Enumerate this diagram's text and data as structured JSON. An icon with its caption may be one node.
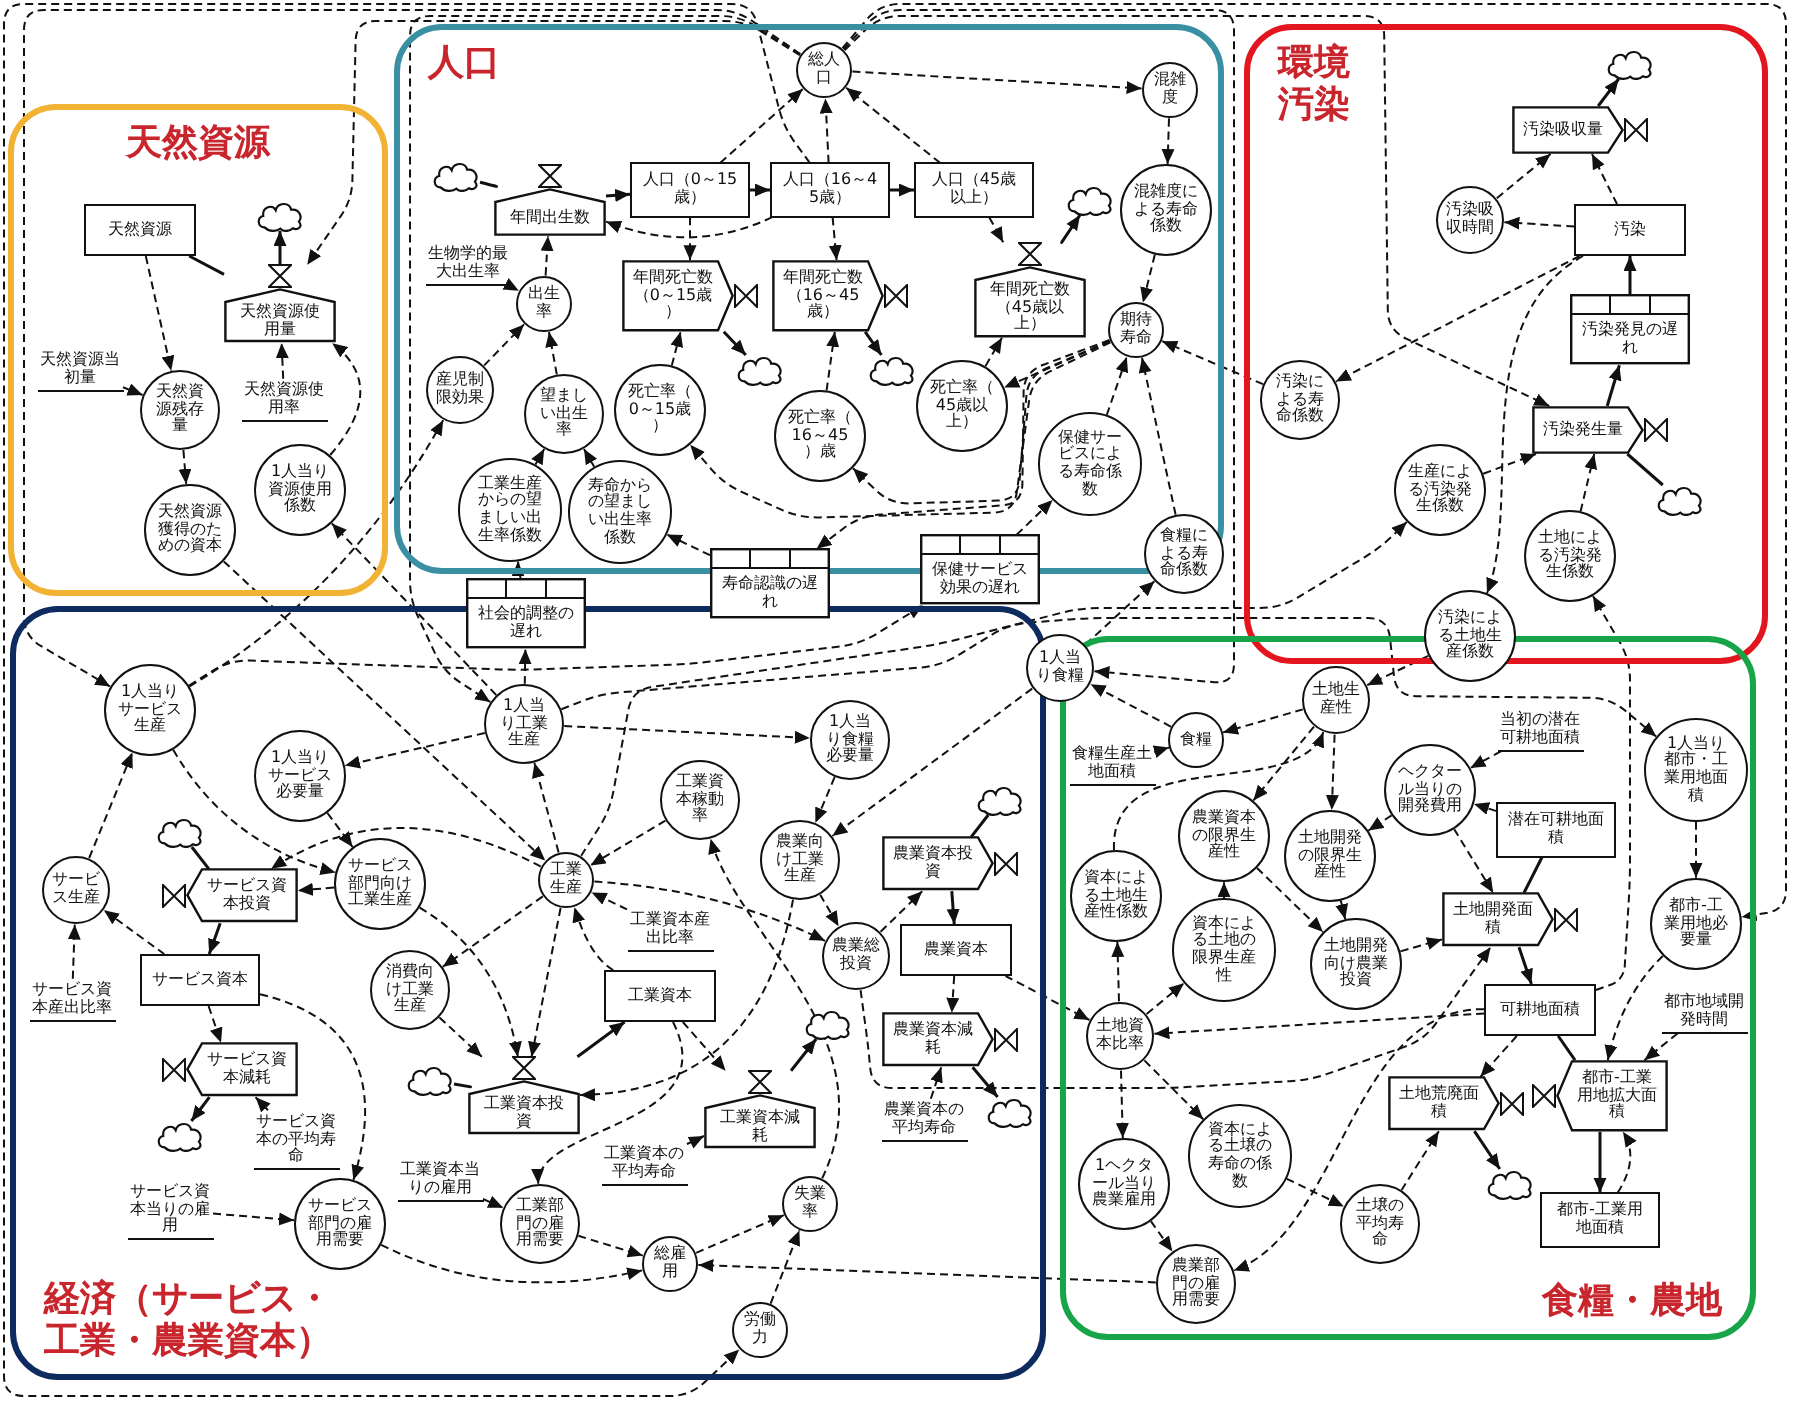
{
  "diagram": {
    "nodes": [
      {
        "text": [
          "天然資源"
        ]
      },
      {
        "text": [
          "人口"
        ]
      },
      {
        "text": [
          "環境汚染"
        ]
      },
      {
        "text": [
          "経済（サービス・工業・農業資本）"
        ]
      },
      {
        "text": [
          "食糧・農地"
        ]
      },
      {
        "text": [
          "天然資源"
        ],
        "in": 0
      },
      {
        "text": [
          "天然資源使用量"
        ],
        "in": 0
      },
      {
        "text": [],
        "shape": "cloud",
        "in": 0
      },
      {
        "text": [
          "天然資源当初量"
        ],
        "in": 0
      },
      {
        "text": [
          "天然資源残存量"
        ],
        "in": 0
      },
      {
        "text": [
          "天然資源使用率"
        ],
        "in": 0
      },
      {
        "text": [
          "1人当り資源使用係数"
        ],
        "in": 0
      },
      {
        "text": [
          "天然資源獲得のための資本"
        ],
        "in": 0
      },
      {
        "text": [
          "総人口"
        ],
        "in": 1
      },
      {
        "text": [],
        "shape": "cloud",
        "in": 1
      },
      {
        "text": [
          "年間出生数"
        ],
        "in": 1
      },
      {
        "text": [
          "生物学的最大出生率"
        ],
        "in": 1
      },
      {
        "text": [
          "出生率"
        ],
        "in": 1
      },
      {
        "text": [
          "産児制限効果"
        ],
        "in": 1
      },
      {
        "text": [
          "望ましい出生率"
        ],
        "in": 1
      },
      {
        "text": [
          "工業生産からの望ましい出生率係数"
        ],
        "in": 1
      },
      {
        "text": [
          "寿命からの望ましい出生率係数"
        ],
        "in": 1
      },
      {
        "text": [
          "人口（0～15歳）"
        ],
        "in": 1
      },
      {
        "text": [
          "人口（16～45歳）"
        ],
        "in": 1
      },
      {
        "text": [
          "人口（45歳以上）"
        ],
        "in": 1
      },
      {
        "text": [
          "年間死亡数（0～15歳）"
        ],
        "in": 1
      },
      {
        "text": [
          "年間死亡数（16～45歳）"
        ],
        "in": 1
      },
      {
        "text": [
          "年間死亡数（45歳以上）"
        ],
        "in": 1
      },
      {
        "text": [],
        "shape": "cloud",
        "in": 1
      },
      {
        "text": [],
        "shape": "cloud",
        "in": 1
      },
      {
        "text": [],
        "shape": "cloud",
        "in": 1
      },
      {
        "text": [
          "死亡率（0～15歳）"
        ],
        "in": 1
      },
      {
        "text": [
          "死亡率（16～45）歳"
        ],
        "in": 1
      },
      {
        "text": [
          "死亡率（45歳以上）"
        ],
        "in": 1
      },
      {
        "text": [
          "混雑度"
        ],
        "in": 1
      },
      {
        "text": [
          "混雑度による寿命係数"
        ],
        "in": 1
      },
      {
        "text": [
          "期待寿命"
        ],
        "in": 1
      },
      {
        "text": [
          "保健サービスによる寿命係数"
        ],
        "in": 1
      },
      {
        "text": [
          "食糧による寿命係数"
        ]
      },
      {
        "text": [
          "寿命認識の遅れ"
        ]
      },
      {
        "text": [
          "保健サービス効果の遅れ"
        ]
      },
      {
        "text": [
          "社会的調整の遅れ"
        ]
      },
      {
        "text": [],
        "shape": "cloud",
        "in": 2
      },
      {
        "text": [
          "汚染吸収量"
        ],
        "in": 2
      },
      {
        "text": [
          "汚染吸収時間"
        ],
        "in": 2
      },
      {
        "text": [
          "汚染"
        ],
        "in": 2
      },
      {
        "text": [
          "汚染発見の遅れ"
        ],
        "in": 2
      },
      {
        "text": [
          "汚染による寿命係数"
        ],
        "in": 2
      },
      {
        "text": [
          "汚染発生量"
        ],
        "in": 2
      },
      {
        "text": [
          "生産による汚染発生係数"
        ],
        "in": 2
      },
      {
        "text": [],
        "shape": "cloud",
        "in": 2
      },
      {
        "text": [
          "土地による汚染発生係数"
        ],
        "in": 2
      },
      {
        "text": [
          "汚染による土地生産係数"
        ]
      },
      {
        "text": [
          "1人当りサービス生産"
        ],
        "in": 3
      },
      {
        "text": [
          "1人当り工業生産"
        ],
        "in": 3
      },
      {
        "text": [
          "1人当りサービス必要量"
        ],
        "in": 3
      },
      {
        "text": [
          "サービス部門向け工業生産"
        ],
        "in": 3
      },
      {
        "text": [
          "サービス生産"
        ],
        "in": 3
      },
      {
        "text": [],
        "shape": "cloud",
        "in": 3
      },
      {
        "text": [
          "サービス資本投資"
        ],
        "in": 3
      },
      {
        "text": [
          "サービス資本産出比率"
        ],
        "in": 3
      },
      {
        "text": [
          "サービス資本"
        ],
        "in": 3
      },
      {
        "text": [
          "サービス資本減耗"
        ],
        "in": 3
      },
      {
        "text": [],
        "shape": "cloud",
        "in": 3
      },
      {
        "text": [
          "サービス資本の平均寿命"
        ],
        "in": 3
      },
      {
        "text": [
          "サービス資本当りの雇用"
        ],
        "in": 3
      },
      {
        "text": [
          "サービス部門の雇用需要"
        ],
        "in": 3
      },
      {
        "text": [
          "工業生産"
        ],
        "in": 3
      },
      {
        "text": [
          "工業資本稼動率"
        ],
        "in": 3
      },
      {
        "text": [
          "工業資本産出比率"
        ],
        "in": 3
      },
      {
        "text": [
          "消費向け工業生産"
        ],
        "in": 3
      },
      {
        "text": [],
        "shape": "cloud",
        "in": 3
      },
      {
        "text": [
          "工業資本投資"
        ],
        "in": 3
      },
      {
        "text": [
          "工業資本"
        ],
        "in": 3
      },
      {
        "text": [
          "工業資本減耗"
        ],
        "in": 3
      },
      {
        "text": [],
        "shape": "cloud",
        "in": 3
      },
      {
        "text": [
          "工業資本の平均寿命"
        ],
        "in": 3
      },
      {
        "text": [
          "工業資本当りの雇用"
        ],
        "in": 3
      },
      {
        "text": [
          "工業部門の雇用需要"
        ],
        "in": 3
      },
      {
        "text": [
          "総雇用"
        ],
        "in": 3
      },
      {
        "text": [
          "失業率"
        ],
        "in": 3
      },
      {
        "text": [
          "労働力"
        ],
        "in": 3
      },
      {
        "text": [
          "1人当り食糧必要量"
        ],
        "in": 3
      },
      {
        "text": [
          "農業向け工業生産"
        ],
        "in": 3
      },
      {
        "text": [
          "農業総投資"
        ],
        "in": 3
      },
      {
        "text": [],
        "shape": "cloud",
        "in": 3
      },
      {
        "text": [
          "農業資本投資"
        ],
        "in": 3
      },
      {
        "text": [
          "農業資本"
        ],
        "in": 3
      },
      {
        "text": [
          "農業資本減耗"
        ],
        "in": 3
      },
      {
        "text": [
          "農業資本の平均寿命"
        ],
        "in": 3
      },
      {
        "text": [],
        "shape": "cloud",
        "in": 3
      },
      {
        "text": [
          "1人当り食糧"
        ]
      },
      {
        "text": [
          "食糧生産土地面積"
        ],
        "in": 4
      },
      {
        "text": [
          "食糧"
        ],
        "in": 4
      },
      {
        "text": [
          "土地生産性"
        ],
        "in": 4
      },
      {
        "text": [
          "当初の潜在可耕地面積"
        ],
        "in": 4
      },
      {
        "text": [
          "ヘクタール当りの開発費用"
        ],
        "in": 4
      },
      {
        "text": [
          "農業資本の限界生産性"
        ],
        "in": 4
      },
      {
        "text": [
          "土地開発の限界生産性"
        ],
        "in": 4
      },
      {
        "text": [
          "潜在可耕地面積"
        ],
        "in": 4
      },
      {
        "text": [
          "資本による土地の限界生産性"
        ],
        "in": 4
      },
      {
        "text": [
          "資本による土地生産性係数"
        ],
        "in": 4
      },
      {
        "text": [
          "土地開発向け農業投資"
        ],
        "in": 4
      },
      {
        "text": [
          "土地開発面積"
        ],
        "in": 4
      },
      {
        "text": [
          "可耕地面積"
        ],
        "in": 4
      },
      {
        "text": [
          "土地資本比率"
        ],
        "in": 4
      },
      {
        "text": [
          "土地荒廃面積"
        ],
        "in": 4
      },
      {
        "text": [],
        "shape": "cloud",
        "in": 4
      },
      {
        "text": [
          "資本による土壌の寿命の係数"
        ],
        "in": 4
      },
      {
        "text": [
          "土壌の平均寿命"
        ],
        "in": 4
      },
      {
        "text": [
          "1人当り都市・工業用地面積"
        ],
        "in": 4
      },
      {
        "text": [
          "都市-工業用地必要量"
        ],
        "in": 4
      },
      {
        "text": [
          "都市地域開発時間"
        ],
        "in": 4
      },
      {
        "text": [
          "都市-工業用地拡大面積"
        ],
        "in": 4
      },
      {
        "text": [
          "都市-工業用地面積"
        ],
        "in": 4
      },
      {
        "text": [
          "1ヘクタール当り農業雇用"
        ],
        "in": 4
      },
      {
        "text": [
          "農業部門の雇用需要"
        ],
        "in": 4
      }
    ],
    "edges": [
      {
        "from": 5,
        "to": 6,
        "arrow": "none"
      },
      {
        "from": 6,
        "to": 7,
        "arrow": "to"
      },
      {
        "from": 5,
        "to": 9,
        "arrow": "to",
        "style": "dashed"
      },
      {
        "from": 8,
        "to": 9,
        "arrow": "to",
        "style": "dashed"
      },
      {
        "from": 10,
        "to": 6,
        "arrow": "to",
        "style": "dashed"
      },
      {
        "from": 11,
        "to": 6,
        "arrow": "to",
        "style": "dashed"
      },
      {
        "from": 9,
        "to": 12,
        "arrow": "to",
        "style": "dashed"
      },
      {
        "from": 13,
        "to": 6,
        "arrow": "to",
        "style": "dashed"
      },
      {
        "from": 54,
        "to": 11,
        "arrow": "to",
        "style": "dashed"
      },
      {
        "from": 12,
        "to": 67,
        "arrow": "to",
        "style": "dashed"
      },
      {
        "from": 14,
        "to": 15,
        "arrow": "none"
      },
      {
        "from": 15,
        "to": 22,
        "arrow": "to"
      },
      {
        "from": 17,
        "to": 15,
        "arrow": "to",
        "style": "dashed"
      },
      {
        "from": 16,
        "to": 17,
        "arrow": "to",
        "style": "dashed"
      },
      {
        "from": 18,
        "to": 17,
        "arrow": "to",
        "style": "dashed"
      },
      {
        "from": 19,
        "to": 17,
        "arrow": "to",
        "style": "dashed"
      },
      {
        "from": 20,
        "to": 19,
        "arrow": "to",
        "style": "dashed"
      },
      {
        "from": 21,
        "to": 19,
        "arrow": "to",
        "style": "dashed"
      },
      {
        "from": 41,
        "to": 20,
        "arrow": "to",
        "style": "dashed"
      },
      {
        "from": 54,
        "to": 41,
        "arrow": "to",
        "style": "dashed"
      },
      {
        "from": 39,
        "to": 21,
        "arrow": "to",
        "style": "dashed"
      },
      {
        "from": 36,
        "to": 39,
        "arrow": "to",
        "style": "dashed"
      },
      {
        "from": 22,
        "to": 13,
        "arrow": "to",
        "style": "dashed"
      },
      {
        "from": 23,
        "to": 13,
        "arrow": "to",
        "style": "dashed"
      },
      {
        "from": 24,
        "to": 13,
        "arrow": "to",
        "style": "dashed"
      },
      {
        "from": 22,
        "to": 23,
        "arrow": "to"
      },
      {
        "from": 23,
        "to": 24,
        "arrow": "to"
      },
      {
        "from": 22,
        "to": 25,
        "arrow": "to",
        "style": "dashed"
      },
      {
        "from": 25,
        "to": 28,
        "arrow": "to"
      },
      {
        "from": 23,
        "to": 26,
        "arrow": "to",
        "style": "dashed"
      },
      {
        "from": 26,
        "to": 29,
        "arrow": "to"
      },
      {
        "from": 24,
        "to": 27,
        "arrow": "to",
        "style": "dashed"
      },
      {
        "from": 27,
        "to": 30,
        "arrow": "to"
      },
      {
        "from": 31,
        "to": 25,
        "arrow": "to",
        "style": "dashed"
      },
      {
        "from": 32,
        "to": 26,
        "arrow": "to",
        "style": "dashed"
      },
      {
        "from": 33,
        "to": 27,
        "arrow": "to",
        "style": "dashed"
      },
      {
        "from": 36,
        "to": 33,
        "arrow": "to",
        "style": "dashed"
      },
      {
        "from": 36,
        "to": 32,
        "arrow": "to",
        "style": "dashed"
      },
      {
        "from": 36,
        "to": 31,
        "arrow": "to",
        "style": "dashed"
      },
      {
        "from": 23,
        "to": 15,
        "arrow": "to",
        "style": "dashed"
      },
      {
        "from": 13,
        "to": 34,
        "arrow": "to",
        "style": "dashed"
      },
      {
        "from": 34,
        "to": 35,
        "arrow": "to",
        "style": "dashed"
      },
      {
        "from": 35,
        "to": 36,
        "arrow": "to",
        "style": "dashed"
      },
      {
        "from": 37,
        "to": 36,
        "arrow": "to",
        "style": "dashed"
      },
      {
        "from": 40,
        "to": 37,
        "arrow": "to",
        "style": "dashed"
      },
      {
        "from": 38,
        "to": 36,
        "arrow": "to",
        "style": "dashed"
      },
      {
        "from": 47,
        "to": 36,
        "arrow": "to",
        "style": "dashed"
      },
      {
        "from": 53,
        "to": 40,
        "arrow": "to",
        "style": "dashed"
      },
      {
        "from": 91,
        "to": 38,
        "arrow": "to",
        "style": "dashed"
      },
      {
        "from": 53,
        "to": 18,
        "arrow": "to",
        "style": "dashed"
      },
      {
        "from": 13,
        "to": 53,
        "arrow": "to",
        "style": "dashed"
      },
      {
        "from": 13,
        "to": 54,
        "arrow": "to",
        "style": "dashed"
      },
      {
        "from": 13,
        "to": 91,
        "arrow": "to",
        "style": "dashed"
      },
      {
        "from": 13,
        "to": 48,
        "arrow": "to",
        "style": "dashed"
      },
      {
        "from": 13,
        "to": 111,
        "arrow": "to",
        "style": "dashed"
      },
      {
        "from": 23,
        "to": 81,
        "arrow": "to",
        "style": "dashed"
      },
      {
        "from": 45,
        "to": 43,
        "arrow": "to",
        "style": "dashed"
      },
      {
        "from": 44,
        "to": 43,
        "arrow": "to",
        "style": "dashed"
      },
      {
        "from": 45,
        "to": 44,
        "arrow": "to",
        "style": "dashed"
      },
      {
        "from": 43,
        "to": 42,
        "arrow": "to"
      },
      {
        "from": 50,
        "to": 48,
        "arrow": "none"
      },
      {
        "from": 48,
        "to": 46,
        "arrow": "to"
      },
      {
        "from": 46,
        "to": 45,
        "arrow": "to"
      },
      {
        "from": 49,
        "to": 48,
        "arrow": "to",
        "style": "dashed"
      },
      {
        "from": 51,
        "to": 48,
        "arrow": "to",
        "style": "dashed"
      },
      {
        "from": 67,
        "to": 49,
        "arrow": "to",
        "style": "dashed"
      },
      {
        "from": 104,
        "to": 51,
        "arrow": "to",
        "style": "dashed"
      },
      {
        "from": 45,
        "to": 47,
        "arrow": "to",
        "style": "dashed"
      },
      {
        "from": 45,
        "to": 52,
        "arrow": "to",
        "style": "dashed"
      },
      {
        "from": 52,
        "to": 94,
        "arrow": "to",
        "style": "dashed"
      },
      {
        "from": 73,
        "to": 67,
        "arrow": "to",
        "style": "dashed"
      },
      {
        "from": 69,
        "to": 67,
        "arrow": "to",
        "style": "dashed"
      },
      {
        "from": 68,
        "to": 67,
        "arrow": "to",
        "style": "dashed"
      },
      {
        "from": 80,
        "to": 68,
        "arrow": "to",
        "style": "dashed"
      },
      {
        "from": 67,
        "to": 54,
        "arrow": "to",
        "style": "dashed"
      },
      {
        "from": 54,
        "to": 55,
        "arrow": "to",
        "style": "dashed"
      },
      {
        "from": 55,
        "to": 56,
        "arrow": "to",
        "style": "dashed"
      },
      {
        "from": 53,
        "to": 56,
        "arrow": "to",
        "style": "dashed"
      },
      {
        "from": 56,
        "to": 59,
        "arrow": "to",
        "style": "dashed"
      },
      {
        "from": 67,
        "to": 59,
        "arrow": "to",
        "style": "dashed"
      },
      {
        "from": 67,
        "to": 70,
        "arrow": "to",
        "style": "dashed"
      },
      {
        "from": 70,
        "to": 72,
        "arrow": "to",
        "style": "dashed"
      },
      {
        "from": 56,
        "to": 72,
        "arrow": "to",
        "style": "dashed"
      },
      {
        "from": 67,
        "to": 72,
        "arrow": "to",
        "style": "dashed"
      },
      {
        "from": 83,
        "to": 72,
        "arrow": "to",
        "style": "dashed"
      },
      {
        "from": 82,
        "to": 83,
        "arrow": "to",
        "style": "dashed"
      },
      {
        "from": 54,
        "to": 82,
        "arrow": "to",
        "style": "dashed"
      },
      {
        "from": 91,
        "to": 83,
        "arrow": "to",
        "style": "dashed"
      },
      {
        "from": 83,
        "to": 84,
        "arrow": "to",
        "style": "dashed"
      },
      {
        "from": 67,
        "to": 84,
        "arrow": "to",
        "style": "dashed"
      },
      {
        "from": 84,
        "to": 86,
        "arrow": "to",
        "style": "dashed"
      },
      {
        "from": 84,
        "to": 103,
        "arrow": "to",
        "style": "dashed"
      },
      {
        "from": 85,
        "to": 86,
        "arrow": "none"
      },
      {
        "from": 86,
        "to": 87,
        "arrow": "to"
      },
      {
        "from": 87,
        "to": 88,
        "arrow": "to",
        "style": "dashed"
      },
      {
        "from": 88,
        "to": 90,
        "arrow": "to"
      },
      {
        "from": 89,
        "to": 88,
        "arrow": "to",
        "style": "dashed"
      },
      {
        "from": 87,
        "to": 105,
        "arrow": "to",
        "style": "dashed"
      },
      {
        "from": 104,
        "to": 105,
        "arrow": "to",
        "style": "dashed"
      },
      {
        "from": 79,
        "to": 80,
        "arrow": "to",
        "style": "dashed"
      },
      {
        "from": 81,
        "to": 80,
        "arrow": "to",
        "style": "dashed"
      },
      {
        "from": 77,
        "to": 78,
        "arrow": "to",
        "style": "dashed"
      },
      {
        "from": 73,
        "to": 78,
        "arrow": "to",
        "style": "dashed"
      },
      {
        "from": 78,
        "to": 79,
        "arrow": "to",
        "style": "dashed"
      },
      {
        "from": 66,
        "to": 79,
        "arrow": "to",
        "style": "dashed"
      },
      {
        "from": 116,
        "to": 79,
        "arrow": "to",
        "style": "dashed"
      },
      {
        "from": 61,
        "to": 66,
        "arrow": "to",
        "style": "dashed"
      },
      {
        "from": 65,
        "to": 66,
        "arrow": "to",
        "style": "dashed"
      },
      {
        "from": 61,
        "to": 57,
        "arrow": "to",
        "style": "dashed"
      },
      {
        "from": 60,
        "to": 57,
        "arrow": "to",
        "style": "dashed"
      },
      {
        "from": 57,
        "to": 53,
        "arrow": "to",
        "style": "dashed"
      },
      {
        "from": 61,
        "to": 62,
        "arrow": "to",
        "style": "dashed"
      },
      {
        "from": 64,
        "to": 62,
        "arrow": "to",
        "style": "dashed"
      },
      {
        "from": 58,
        "to": 59,
        "arrow": "none"
      },
      {
        "from": 59,
        "to": 61,
        "arrow": "to"
      },
      {
        "from": 62,
        "to": 63,
        "arrow": "to"
      },
      {
        "from": 71,
        "to": 72,
        "arrow": "none"
      },
      {
        "from": 72,
        "to": 73,
        "arrow": "to"
      },
      {
        "from": 73,
        "to": 74,
        "arrow": "to",
        "style": "dashed"
      },
      {
        "from": 74,
        "to": 75,
        "arrow": "to"
      },
      {
        "from": 76,
        "to": 74,
        "arrow": "to",
        "style": "dashed"
      },
      {
        "from": 115,
        "to": 116,
        "arrow": "to",
        "style": "dashed"
      },
      {
        "from": 104,
        "to": 116,
        "arrow": "to",
        "style": "dashed"
      },
      {
        "from": 105,
        "to": 115,
        "arrow": "to",
        "style": "dashed"
      },
      {
        "from": 92,
        "to": 93,
        "arrow": "to",
        "style": "dashed"
      },
      {
        "from": 94,
        "to": 93,
        "arrow": "to",
        "style": "dashed"
      },
      {
        "from": 93,
        "to": 91,
        "arrow": "to",
        "style": "dashed"
      },
      {
        "from": 105,
        "to": 101,
        "arrow": "to",
        "style": "dashed"
      },
      {
        "from": 101,
        "to": 94,
        "arrow": "to",
        "style": "dashed"
      },
      {
        "from": 94,
        "to": 97,
        "arrow": "to",
        "style": "dashed"
      },
      {
        "from": 94,
        "to": 98,
        "arrow": "to",
        "style": "dashed"
      },
      {
        "from": 100,
        "to": 97,
        "arrow": "to",
        "style": "dashed"
      },
      {
        "from": 105,
        "to": 100,
        "arrow": "to",
        "style": "dashed"
      },
      {
        "from": 96,
        "to": 98,
        "arrow": "to",
        "style": "dashed"
      },
      {
        "from": 95,
        "to": 96,
        "arrow": "to",
        "style": "dashed"
      },
      {
        "from": 99,
        "to": 96,
        "arrow": "to",
        "style": "dashed"
      },
      {
        "from": 97,
        "to": 102,
        "arrow": "to",
        "style": "dashed"
      },
      {
        "from": 98,
        "to": 102,
        "arrow": "to",
        "style": "dashed"
      },
      {
        "from": 102,
        "to": 103,
        "arrow": "to",
        "style": "dashed"
      },
      {
        "from": 96,
        "to": 103,
        "arrow": "to",
        "style": "dashed"
      },
      {
        "from": 99,
        "to": 103,
        "arrow": "none"
      },
      {
        "from": 103,
        "to": 104,
        "arrow": "to"
      },
      {
        "from": 104,
        "to": 106,
        "arrow": "to",
        "style": "dashed"
      },
      {
        "from": 106,
        "to": 107,
        "arrow": "to"
      },
      {
        "from": 109,
        "to": 106,
        "arrow": "to",
        "style": "dashed"
      },
      {
        "from": 108,
        "to": 109,
        "arrow": "to",
        "style": "dashed"
      },
      {
        "from": 105,
        "to": 108,
        "arrow": "to",
        "style": "dashed"
      },
      {
        "from": 104,
        "to": 113,
        "arrow": "none"
      },
      {
        "from": 113,
        "to": 114,
        "arrow": "to"
      },
      {
        "from": 111,
        "to": 113,
        "arrow": "to",
        "style": "dashed"
      },
      {
        "from": 112,
        "to": 113,
        "arrow": "to",
        "style": "dashed"
      },
      {
        "from": 114,
        "to": 113,
        "arrow": "to",
        "style": "dashed"
      },
      {
        "from": 110,
        "to": 111,
        "arrow": "to",
        "style": "dashed"
      },
      {
        "from": 54,
        "to": 110,
        "arrow": "to",
        "style": "dashed"
      }
    ]
  }
}
